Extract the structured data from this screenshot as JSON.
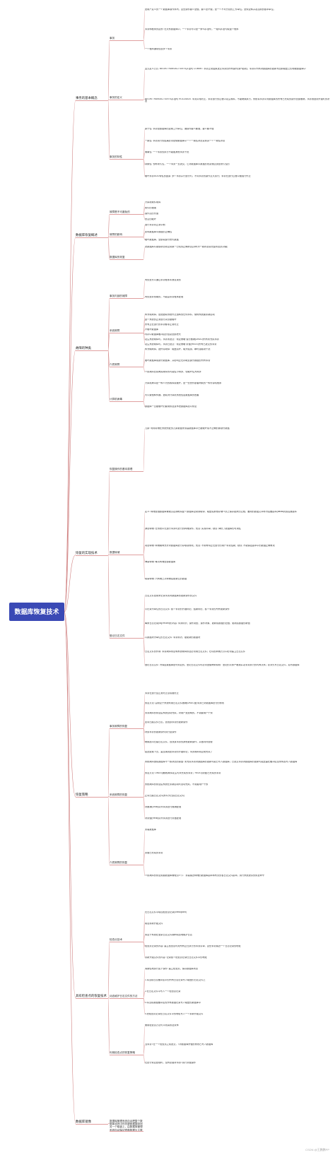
{
  "root": "数据库恢复技术",
  "branches": [
    {
      "label": "事务的基本概念",
      "children": [
        {
          "label": "事务",
          "children": [
            "是用户定义的一个数据库操作序列，这些操作要么全做，要么全不做，是一个不可分割的工作单位。是恢复和并发控制的基本单位。",
            "事务和程序的区别: 在关系数据库中，一个事务可以是一条SQL语句，一组SQL语句或整个程序",
            "一个程序通常包含多个事务"
          ]
        },
        {
          "label": "事务的定义",
          "children": [
            "显式定义方式: BEGIN TRANSACTION SQL语句 COMMIT. 事务正常结束提交事务的所有操作(读+更新)，事务中所有对数据库的更新写回到磁盘上的物理数据库中",
            "BEGIN TRANSACTION SQL语句 ROLLBACK. 事务异常终止，事务运行的过程中发生故障，不能继续执行。系统将事务中对数据库的所有已完成的操作全部撤销，事务滚回到开始时的状态"
          ]
        },
        {
          "label": "事务的特性",
          "children": [
            "原子性: 事务是数据库的逻辑工作单位，诸操作要么都做，要么都不做",
            "一致性: 事务执行的结果必须是使数据库从一个一致性状态变到另一个一致性状态",
            "隔离性: 一个事务的执行不能被其他事务干扰",
            "持续性: 也称永久性，一个事务一旦提交，它对数据库中数据的改变就应该是永久性的",
            "破坏事务ACID特性的因素: 多个事务并行运行时，不同事务的操作交叉执行；事务在运行过程中被强行停止"
          ]
        }
      ]
    },
    {
      "label": "数据库恢复概述",
      "children": [
        {
          "label": "故障是不可避免的",
          "children": [
            "计算机硬件故障",
            "软件的错误",
            "操作员的失误",
            "恶意的破坏"
          ]
        },
        {
          "label": "故障的影响",
          "children": [
            "运行事务非正常中断",
            "影响数据库中数据的正确性",
            "破坏数据库，全部或部分丢失数据"
          ]
        },
        {
          "label": "数据库的恢复",
          "children": [
            "把数据库从错误状态恢复到某一已知的正确状态(亦称为一致状态或完整状态)的功能"
          ]
        }
      ]
    },
    {
      "label": "故障的种类",
      "children": [
        {
          "label": "事务内部的故障",
          "children": [
            "有的是可以通过事务程序本身发现的",
            "有的是非预期的，不能由事务程序处理"
          ]
        },
        {
          "label": "系统故障",
          "children": [
            "称为软故障，是指造成系统停止运转的任何事件，使得系统要重新启动",
            "整个系统的正常运行突然被破坏",
            "所有正在运行的事务都非正常终止",
            "不破坏数据库",
            "内存中数据库缓冲区的信息全部丢失",
            "发生系统故障时，事务未提交：恢复策略 强行撤销(UNDO)所有未完成事务",
            "发生系统故障时，事务已提交：恢复策略 重做(REDO)所有已提交的事务"
          ]
        },
        {
          "label": "介质故障",
          "children": [
            "称为硬故障，指外存故障：磁盘损坏、磁头碰撞、瞬时强磁场干扰",
            "破坏数据库或部分数据库，并影响正在存取这部分数据的所有事务",
            "介质故障比前两类故障的可能性小得多，但破坏性大得多"
          ]
        },
        {
          "label": "计算机病毒",
          "children": [
            "计算机病毒是一种人为的故障或破坏，是一些恶作剧者研制的一种计算机程序",
            "可以繁殖和传播，造成对计算机系统包括数据库的危害",
            "数据库一旦被破坏仍要用恢复技术把数据库加以恢复"
          ]
        }
      ]
    },
    {
      "label": "恢复的实现技术",
      "children": [
        {
          "label": "恢复操作的基本原理",
          "children": [
            "冗余: 利用存储在系统别处的冗余数据来重建数据库中已被破坏或不正确的那部分数据"
          ]
        },
        {
          "label": "数据转储",
          "children": [
            "定义: 转储是指数据库管理员定期地将整个数据库复制到磁带、磁盘或其他存储介质上保存起来的过程，备用的数据文本称为后备副本(backup)或后援副本",
            "静态转储: 在系统中无运行事务时进行的转储操作。优点: 实现简单；缺点: 降低了数据库的可用性",
            "动态转储: 转储期间允许对数据库进行存取或修改。优点: 不用等待正在运行的用户事务结束；缺点: 不能保证副本中的数据正确有效",
            "海量转储: 每次转储全部数据库",
            "增量转储: 只转储上次转储后更新过的数据"
          ]
        },
        {
          "label": "登记日志文件",
          "children": [
            "日志文件是用来记录事务对数据库的更新操作的文件",
            "以记录为单位的日志文件: 各个事务的开始标记、结束标记、各个事务的所有更新操作",
            "每条日志记录(log record)的内容: 事务标识、操作类型、操作对象、更新前数据的旧值、更新后数据的新值",
            "以数据块为单位的日志文件: 事务标识、被更新的数据块",
            "日志文件的作用: 事务故障恢复和系统故障恢复必须用日志文件；在动态转储方式中必须建立日志文件",
            "登记日志文件: 为保证数据库是可恢复的，登记日志文件时必须遵循两条原则：登记的次序严格按并发事务执行的时间次序；必须先写日志文件，后写数据库"
          ]
        }
      ]
    },
    {
      "label": "恢复策略",
      "children": [
        {
          "label": "事务故障的恢复",
          "children": [
            "事务在运行至正常终止点前被终止",
            "恢复方法: 由恢复子系统利用日志文件撤销(UNDO)此事务已对数据库进行的修改",
            "事务故障的恢复由系统自动完成，对用户是透明的，不需要用户干预",
            "反向扫描文件日志，查找该事务的更新操作",
            "对该事务的更新操作执行逆操作",
            "继续反向扫描日志文件，查找该事务的其他更新操作，并做同样处理",
            "如此处理下去，直至读到此事务的开始标记，事务故障恢复就完成了"
          ]
        },
        {
          "label": "系统故障的恢复",
          "children": [
            "系统故障造成数据库不一致状态的原因: 未完成事务对数据库的更新可能已写入数据库；已提交事务对数据库的更新可能还留在缓冲区没来得及写入数据库",
            "恢复方法: UNDO(撤销)故障发生时未完成的事务；REDO(重做)已完成的事务",
            "系统故障的恢复由系统在重新启动时自动完成，不需要用户干预",
            "正向扫描日志文件(即从头扫描日志文件)",
            "对撤销(Undo)队列事务进行撤销处理",
            "对重做(Redo)队列事务进行重做处理"
          ]
        },
        {
          "label": "介质故障的恢复",
          "children": [
            "重装数据库",
            "重做已完成的事务",
            "介质故障的恢复需要数据库管理员介入：重装最近转储的数据库副本和有关的各日志文件副本；执行系统提供的恢复命令"
          ]
        }
      ]
    },
    {
      "label": "具有检查点的恢复技术",
      "children": [
        {
          "label": "检查点技术",
          "children": [
            "在日志文件中增加检查点记录(checkpoint)",
            "增加重新开始文件",
            "恢复子系统在登录日志文件期间动态地维护日志",
            "检查点记录的内容: 建立检查点时刻所有正在执行的事务清单、这些事务最近一个日志记录的地址",
            "重新开始文件的内容: 记录各个检查点记录在日志文件中的地址"
          ]
        },
        {
          "label": "动态维护日志文件的方法",
          "children": [
            "周期性地执行如下操作: 建立检查点，保存数据库状态",
            "1.将当前日志缓冲区中的所有日志记录写入磁盘的日志文件上",
            "2.在日志文件中写入一个检查点记录",
            "3.将当前数据缓冲区的所有数据记录写入磁盘的数据库中",
            "4.把检查点记录在日志文件中的地址写入一个重新开始文件"
          ]
        },
        {
          "label": "利用检查点的恢复策略",
          "children": [
            "使用检查点方法可以改善恢复效率",
            "当事务T在一个检查点之前提交，T对数据库所做的修改已写入数据库",
            "在进行恢复处理时，没有必要对事务T执行重做操作"
          ]
        }
      ]
    },
    {
      "label": "数据库镜像",
      "children": [
        {
          "label": "数据库管理系统自动把整个数据库或其中的关键数据复制到另一个磁盘上，由数据库管理系统自动保证镜像数据与主数据库的一致性",
          "children": []
        }
      ]
    }
  ],
  "watermark": "CSDN @王鹏鹏PP"
}
